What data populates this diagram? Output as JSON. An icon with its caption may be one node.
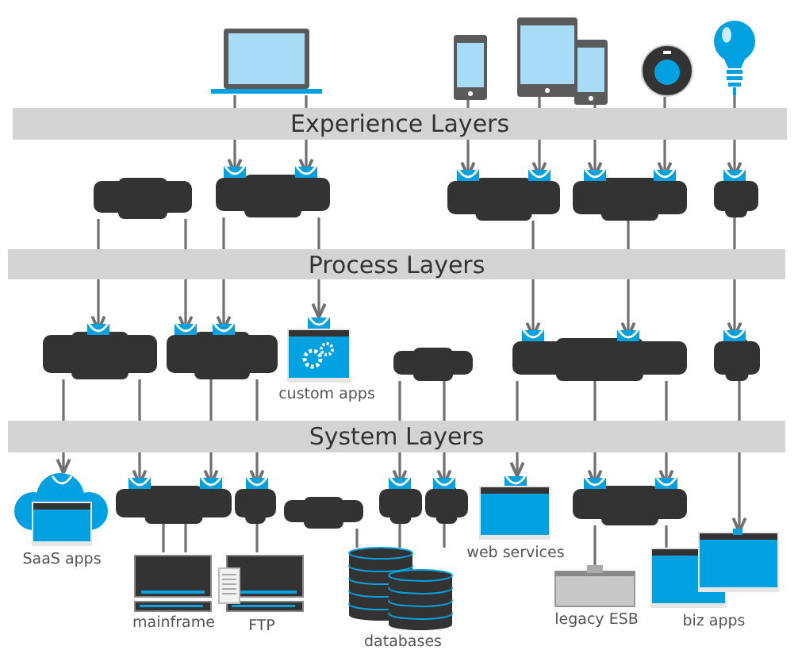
{
  "diagram": {
    "nodes": [
      {
        "text": [],
        "shape": "laptop"
      },
      {
        "text": [],
        "shape": "phone"
      },
      {
        "text": [],
        "shape": "tablet"
      },
      {
        "text": [],
        "shape": "tablet"
      },
      {
        "text": [],
        "shape": "thermostat"
      },
      {
        "text": [],
        "shape": "lightbulb"
      },
      {
        "text": [],
        "shape": "box"
      },
      {
        "text": [],
        "shape": "box"
      },
      {
        "text": [],
        "shape": "box"
      },
      {
        "text": [],
        "shape": "box"
      },
      {
        "text": [],
        "shape": "box"
      },
      {
        "text": [],
        "shape": "box"
      },
      {
        "text": [],
        "shape": "box"
      },
      {
        "text": [
          "custom apps"
        ]
      },
      {
        "text": [],
        "shape": "box"
      },
      {
        "text": [],
        "shape": "box"
      },
      {
        "text": [],
        "shape": "box"
      },
      {
        "text": [
          "SaaS apps"
        ]
      },
      {
        "text": [],
        "shape": "box"
      },
      {
        "text": [],
        "shape": "box"
      },
      {
        "text": [],
        "shape": "box"
      },
      {
        "text": [],
        "shape": "box"
      },
      {
        "text": [],
        "shape": "box"
      },
      {
        "text": [
          "web services"
        ]
      },
      {
        "text": [],
        "shape": "box"
      },
      {
        "text": [
          "mainframe"
        ]
      },
      {
        "text": [
          "FTP"
        ]
      },
      {
        "text": [
          "databases"
        ]
      },
      {
        "text": [
          "legacy ESB"
        ]
      },
      {
        "text": [
          "biz apps"
        ]
      }
    ],
    "edges": [
      {
        "from": 0,
        "to": 7,
        "arrow": "to"
      },
      {
        "from": 0,
        "to": 7,
        "arrow": "to"
      },
      {
        "from": 1,
        "to": 8,
        "arrow": "to"
      },
      {
        "from": 2,
        "to": 8,
        "arrow": "to"
      },
      {
        "from": 3,
        "to": 9,
        "arrow": "to"
      },
      {
        "from": 4,
        "to": 9,
        "arrow": "to"
      },
      {
        "from": 5,
        "to": 10,
        "arrow": "to"
      },
      {
        "from": 6,
        "to": 11,
        "arrow": "to"
      },
      {
        "from": 6,
        "to": 12,
        "arrow": "to"
      },
      {
        "from": 7,
        "to": 12,
        "arrow": "to"
      },
      {
        "from": 7,
        "to": 13,
        "arrow": "to"
      },
      {
        "from": 8,
        "to": 15,
        "arrow": "to"
      },
      {
        "from": 9,
        "to": 15,
        "arrow": "to"
      },
      {
        "from": 10,
        "to": 16,
        "arrow": "to"
      },
      {
        "from": 11,
        "to": 17,
        "arrow": "to"
      },
      {
        "from": 11,
        "to": 18,
        "arrow": "to"
      },
      {
        "from": 12,
        "to": 18,
        "arrow": "to"
      },
      {
        "from": 12,
        "to": 19,
        "arrow": "to"
      },
      {
        "from": 14,
        "to": 21,
        "arrow": "to"
      },
      {
        "from": 14,
        "to": 22,
        "arrow": "to"
      },
      {
        "from": 15,
        "to": 23,
        "arrow": "to"
      },
      {
        "from": 15,
        "to": 24,
        "arrow": "to"
      },
      {
        "from": 15,
        "to": 24,
        "arrow": "to"
      },
      {
        "from": 16,
        "to": 29,
        "arrow": "to"
      },
      {
        "from": 18,
        "to": 25,
        "arrow": "none"
      },
      {
        "from": 18,
        "to": 25,
        "arrow": "none"
      },
      {
        "from": 19,
        "to": 26,
        "arrow": "none"
      },
      {
        "from": 20,
        "to": 27,
        "arrow": "none"
      },
      {
        "from": 21,
        "to": 27,
        "arrow": "none"
      },
      {
        "from": 22,
        "to": 27,
        "arrow": "none"
      },
      {
        "from": 24,
        "to": 28,
        "arrow": "none"
      },
      {
        "from": 24,
        "to": 29,
        "arrow": "none"
      }
    ],
    "labels": [
      "Experience Layers",
      "Process Layers",
      "System Layers"
    ]
  }
}
